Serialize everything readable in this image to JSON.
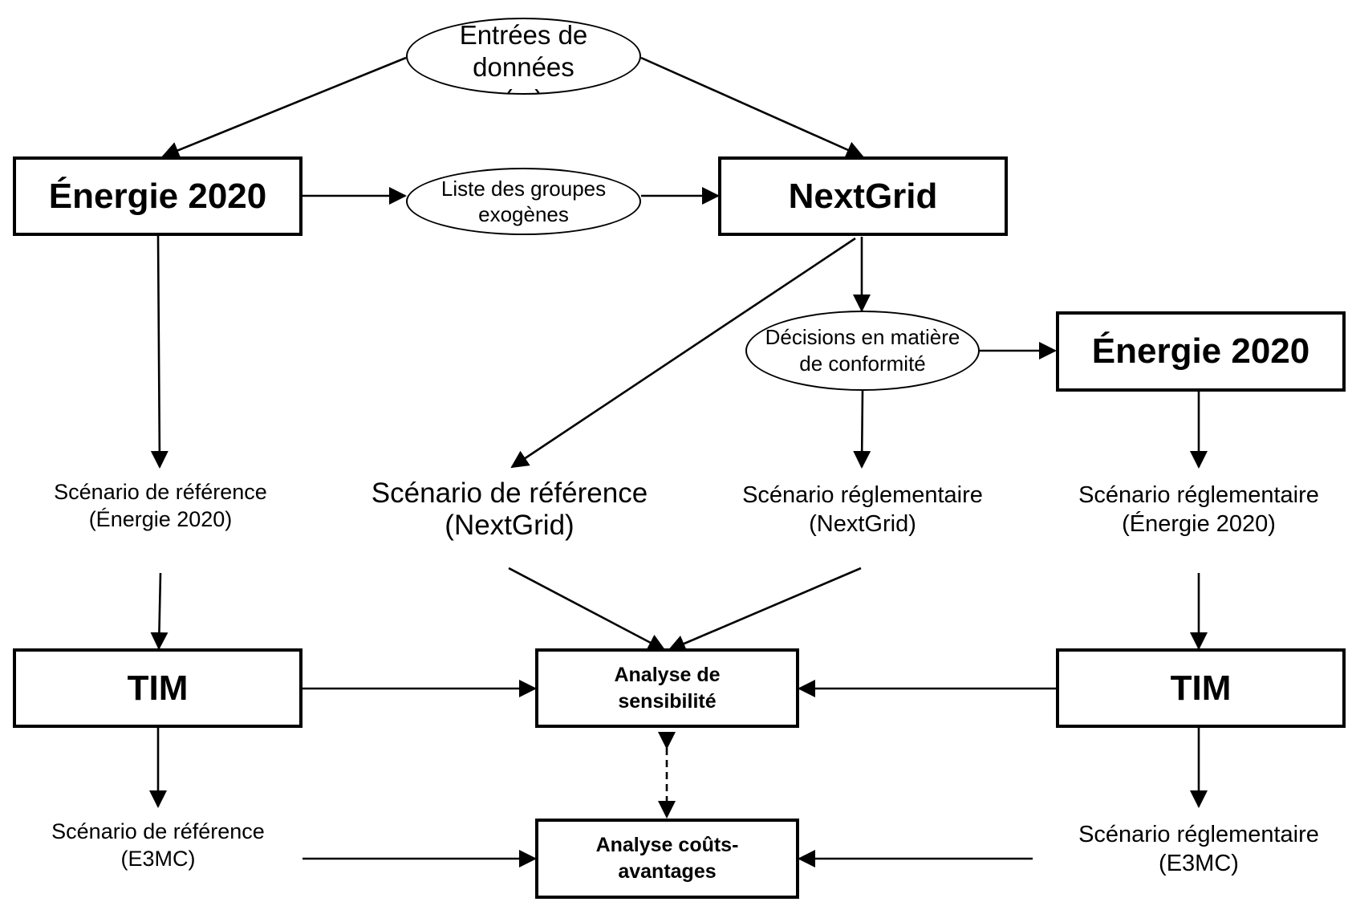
{
  "nodes": {
    "entrees": {
      "line1": "Entrées de",
      "line2": "données",
      "line3": "(...)"
    },
    "energie_left": {
      "label": "Énergie 2020"
    },
    "liste": {
      "line1": "Liste des groupes",
      "line2": "exogènes"
    },
    "nextgrid": {
      "label": "NextGrid"
    },
    "decisions": {
      "line1": "Décisions en matière",
      "line2": "de conformité"
    },
    "energie_right": {
      "label": "Énergie 2020"
    },
    "tim_left": {
      "label": "TIM"
    },
    "analyse_sensibilite": {
      "line1": "Analyse de",
      "line2": "sensibilité"
    },
    "tim_right": {
      "label": "TIM"
    },
    "analyse_couts": {
      "line1": "Analyse coûts-",
      "line2": "avantages"
    }
  },
  "labels": {
    "ref_energie": {
      "line1": "Scénario de référence",
      "line2": "(Énergie 2020)"
    },
    "ref_nextgrid": {
      "line1": "Scénario de référence",
      "line2": "(NextGrid)"
    },
    "reg_nextgrid": {
      "line1": "Scénario réglementaire",
      "line2": "(NextGrid)"
    },
    "reg_energie": {
      "line1": "Scénario réglementaire",
      "line2": "(Énergie 2020)"
    },
    "ref_e3mc": {
      "line1": "Scénario de référence",
      "line2": "(E3MC)"
    },
    "reg_e3mc": {
      "line1": "Scénario réglementaire",
      "line2": "(E3MC)"
    }
  }
}
